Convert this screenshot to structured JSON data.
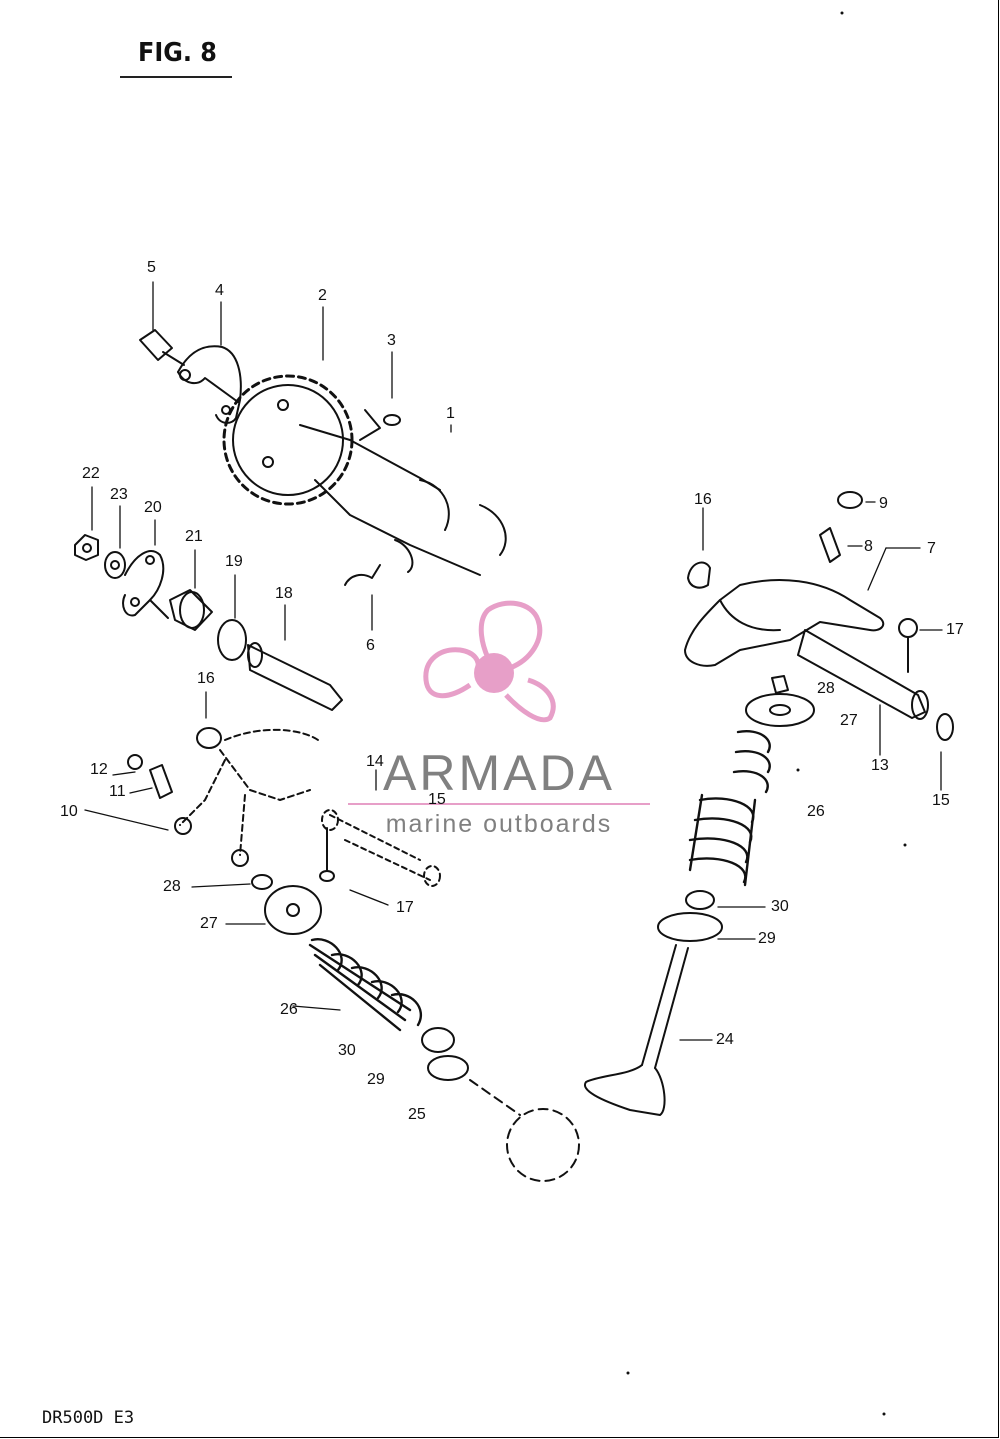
{
  "figure": {
    "title": "FIG. 8"
  },
  "model_code": "DR500D E3",
  "watermark": {
    "brand": "ARMADA",
    "tagline": "marine outboards",
    "color": "#e79fc8",
    "text_color": "#808080"
  },
  "callouts": {
    "c5": "5",
    "c4": "4",
    "c2": "2",
    "c3": "3",
    "c1": "1",
    "c22": "22",
    "c23": "23",
    "c20": "20",
    "c21": "21",
    "c19": "19",
    "c18": "18",
    "c6": "6",
    "c16a": "16",
    "c12": "12",
    "c11": "11",
    "c10": "10",
    "c14": "14",
    "c15a": "15",
    "c28a": "28",
    "c27a": "27",
    "c17a": "17",
    "c26a": "26",
    "c30a": "30",
    "c29a": "29",
    "c25": "25",
    "c16b": "16",
    "c9": "9",
    "c8": "8",
    "c7": "7",
    "c17b": "17",
    "c28b": "28",
    "c27b": "27",
    "c13": "13",
    "c15b": "15",
    "c26b": "26",
    "c30b": "30",
    "c29b": "29",
    "c24": "24"
  }
}
